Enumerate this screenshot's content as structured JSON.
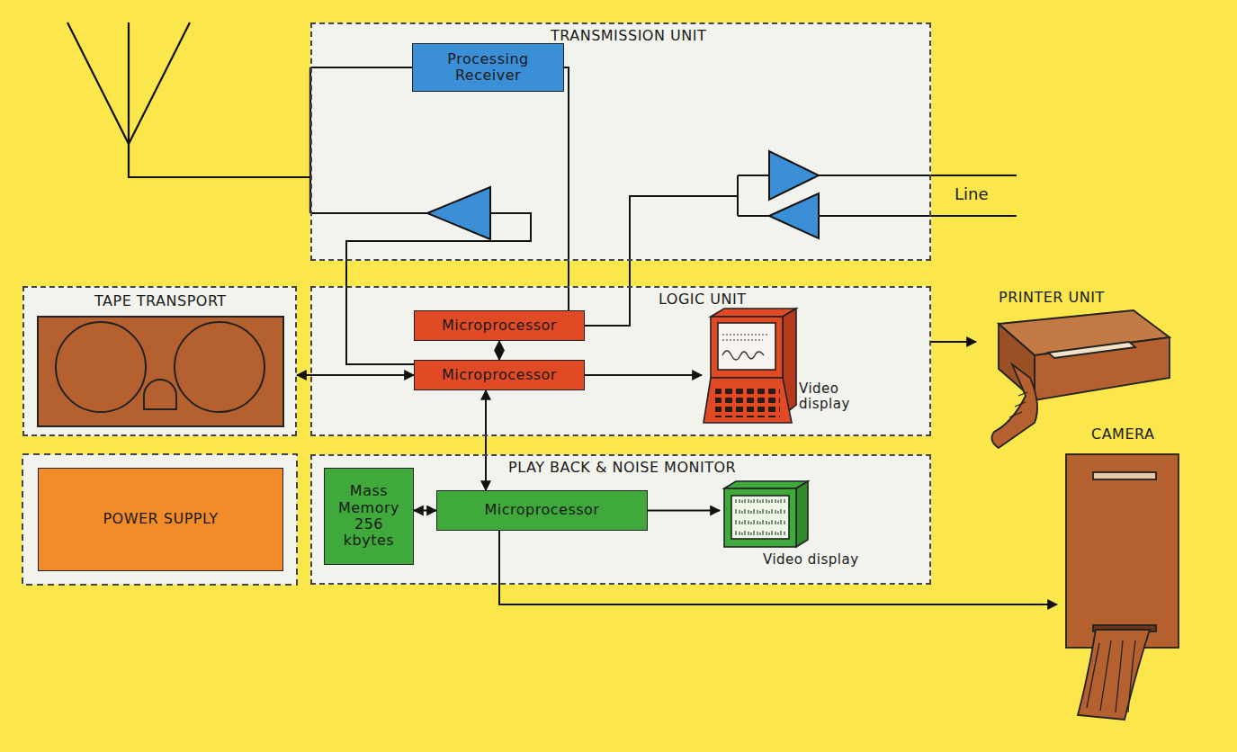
{
  "diagram": {
    "nodes": [
      {
        "text": [
          "TRANSMISSION UNIT"
        ]
      },
      {
        "text": [
          "Processing Receiver"
        ],
        "in": 0
      },
      {
        "text": [
          "TAPE TRANSPORT"
        ]
      },
      {
        "text": [
          "LOGIC UNIT"
        ]
      },
      {
        "text": [
          "Microprocessor"
        ],
        "in": 3
      },
      {
        "text": [
          "Microprocessor"
        ],
        "in": 3
      },
      {
        "text": [
          "Video display"
        ],
        "in": 3
      },
      {
        "text": [
          "PRINTER UNIT"
        ]
      },
      {
        "text": [
          "POWER SUPPLY"
        ]
      },
      {
        "text": [
          "PLAY BACK & NOISE MONITOR"
        ]
      },
      {
        "text": [
          "Mass Memory 256 kbytes"
        ],
        "in": 9
      },
      {
        "text": [
          "Microprocessor"
        ],
        "in": 9
      },
      {
        "text": [
          "Video display"
        ],
        "in": 9
      },
      {
        "text": [
          "CAMERA"
        ]
      }
    ],
    "edges": [
      {
        "from": 1,
        "to": 4,
        "arrow": "none"
      },
      {
        "from": 4,
        "to": 5,
        "arrow": "both"
      },
      {
        "from": 2,
        "to": 5,
        "arrow": "both"
      },
      {
        "from": 5,
        "to": 6,
        "arrow": "to"
      },
      {
        "from": 3,
        "to": 7,
        "arrow": "to"
      },
      {
        "from": 5,
        "to": 11,
        "arrow": "both"
      },
      {
        "from": 10,
        "to": 11,
        "arrow": "both"
      },
      {
        "from": 11,
        "to": 12,
        "arrow": "to"
      },
      {
        "from": 11,
        "to": 13,
        "arrow": "to"
      }
    ],
    "labels": [
      "Line"
    ]
  }
}
